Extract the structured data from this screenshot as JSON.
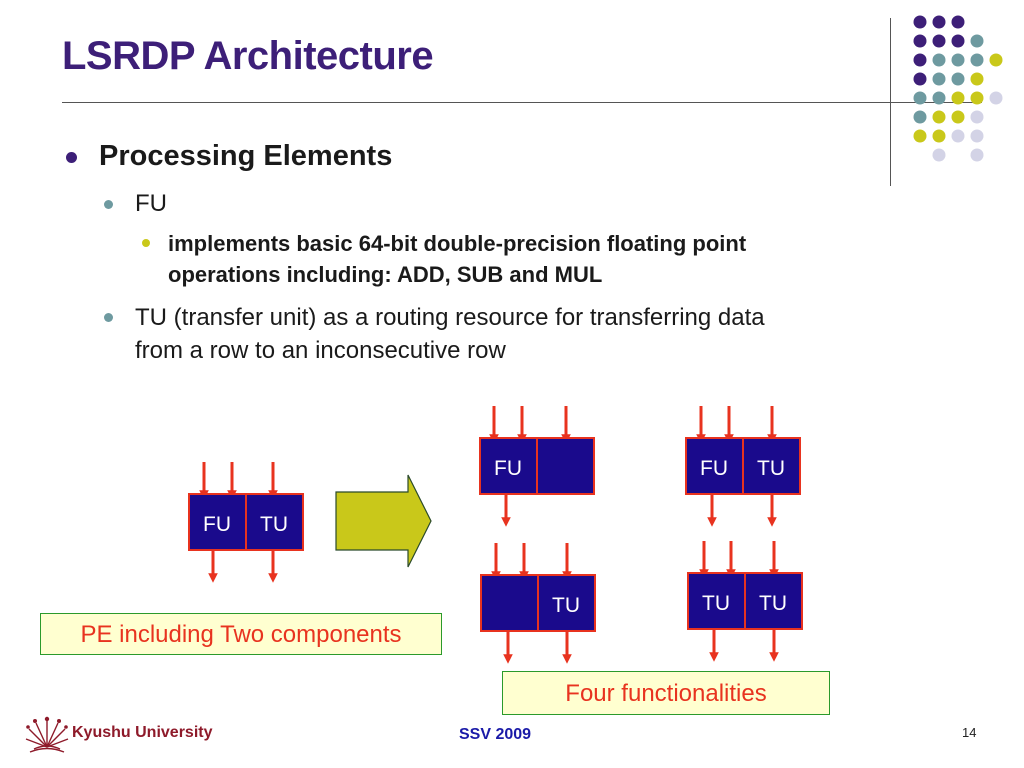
{
  "slide": {
    "title": "LSRDP Architecture",
    "bullets": {
      "processing_elements": "Processing Elements",
      "fu": "FU",
      "fu_detail_line1": "implements basic 64-bit double-precision floating point",
      "fu_detail_line2": "operations including: ADD, SUB and MUL",
      "tu_line1": "TU (transfer unit) as a routing resource for transferring data",
      "tu_line2": "from a row to an inconsecutive row"
    }
  },
  "diagram": {
    "pe": {
      "left_label": "FU",
      "right_label": "TU"
    },
    "variant_fu": {
      "left_label": "FU",
      "right_label": ""
    },
    "variant_fu_tu": {
      "left_label": "FU",
      "right_label": "TU"
    },
    "variant_tu": {
      "left_label": "",
      "right_label": "TU"
    },
    "variant_tu_tu": {
      "left_label": "TU",
      "right_label": "TU"
    },
    "pe_caption": "PE including Two components",
    "four_caption": "Four functionalities"
  },
  "footer": {
    "university": "Kyushu University",
    "conference": "SSV 2009",
    "page_number": "14"
  },
  "colors": {
    "title": "#3d1f78",
    "box_fill": "#1a0a8c",
    "box_border": "#e8331f",
    "arrow": "#e8331f",
    "big_arrow": "#c9c81a",
    "purple": "#3d1f78",
    "teal": "#6e9aa0",
    "olive": "#c9c81a",
    "lavender": "#d3d3e6"
  }
}
